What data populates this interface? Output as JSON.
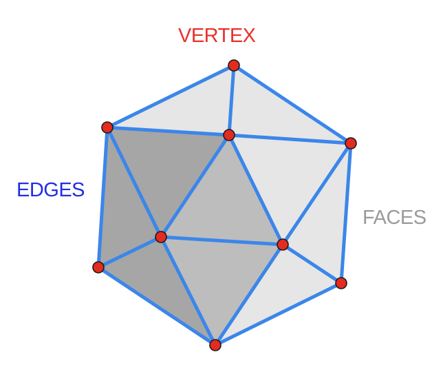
{
  "labels": {
    "vertex": "VERTEX",
    "edges": "EDGES",
    "faces": "FACES"
  },
  "colors": {
    "vertex_label": "#e8312a",
    "edges_label": "#1f2de6",
    "faces_label": "#9a9a9a",
    "edge_stroke": "#3b86ea",
    "vertex_fill": "#e32b1f",
    "vertex_outline": "#1a1a1a",
    "face_light": "#e6e6e6",
    "face_medium": "#bdbdbd",
    "face_dark": "#a6a6a6"
  }
}
